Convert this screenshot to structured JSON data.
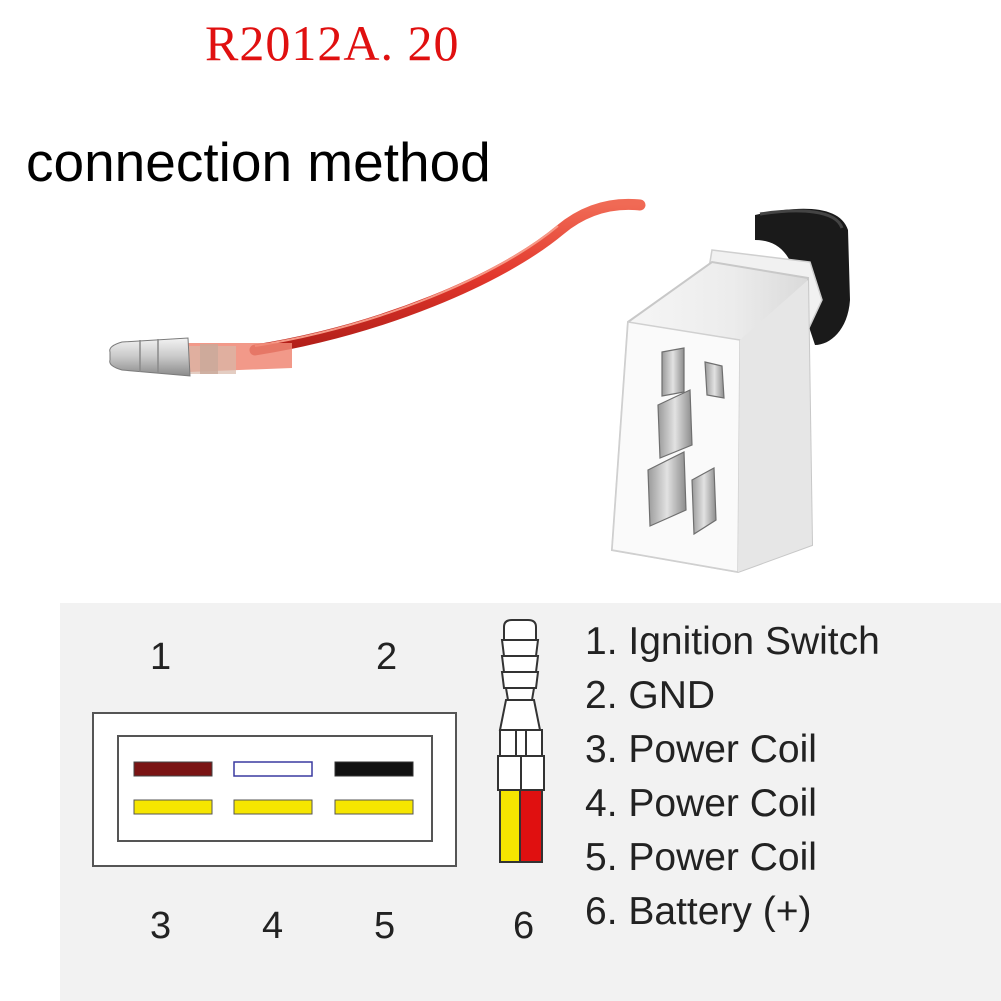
{
  "header": {
    "model_code": "R2012A. 20",
    "title": "connection method"
  },
  "colors": {
    "model_code": "#e01010",
    "red_wire": "#e2372c",
    "brown": "#7a1414",
    "white": "#ffffff",
    "black": "#111111",
    "yellow": "#f6e600",
    "pin_red": "#e01010"
  },
  "diagram": {
    "pin_numbers_top": [
      "1",
      "2"
    ],
    "pin_numbers_bottom": [
      "3",
      "4",
      "5"
    ],
    "bullet_pin_number": "6"
  },
  "legend": [
    "1. Ignition Switch",
    "2. GND",
    "3. Power Coil",
    "4. Power Coil",
    "5. Power Coil",
    "6. Battery (+)"
  ]
}
